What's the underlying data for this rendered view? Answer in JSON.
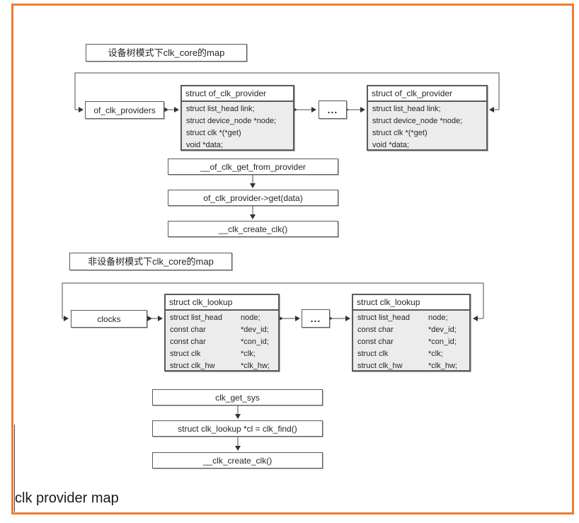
{
  "frame": {
    "border_color": "#ED7D31"
  },
  "footer": {
    "label": "clk provider map"
  },
  "sections": {
    "dt": {
      "title": "设备树模式下clk_core的map",
      "head_node": "of_clk_providers",
      "ellipsis": "...",
      "struct": {
        "title": "struct of_clk_provider",
        "fields": [
          "struct list_head link;",
          "struct device_node *node;",
          "struct clk *(*get)",
          "void *data;"
        ]
      },
      "flow": [
        "__of_clk_get_from_provider",
        "of_clk_provider->get(data)",
        "__clk_create_clk()"
      ]
    },
    "nodt": {
      "title": "非设备树模式下clk_core的map",
      "head_node": "clocks",
      "ellipsis": "...",
      "struct": {
        "title": "struct clk_lookup",
        "fields": [
          {
            "type": "struct list_head",
            "name": "node;"
          },
          {
            "type": "const char",
            "name": "*dev_id;"
          },
          {
            "type": "const char",
            "name": "*con_id;"
          },
          {
            "type": "struct clk",
            "name": "*clk;"
          },
          {
            "type": "struct clk_hw",
            "name": "*clk_hw;"
          }
        ]
      },
      "flow": [
        "clk_get_sys",
        "struct clk_lookup *cl = clk_find()",
        "__clk_create_clk()"
      ]
    }
  }
}
